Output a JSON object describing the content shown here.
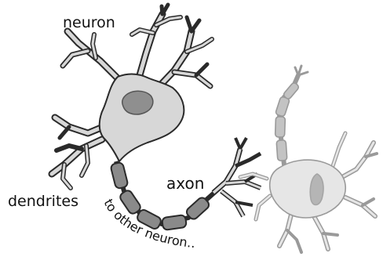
{
  "labels": {
    "neuron": "neuron",
    "dendrites": "dendrites",
    "axon": "axon",
    "to_other_neuron": "to other neuron..."
  },
  "colors": {
    "outline": "#2a2a2a",
    "body_fill": "#d7d7d7",
    "nucleus_fill": "#8f8f8f",
    "myelin_fill": "#8a8a8a",
    "faded_outline": "#9a9a9a",
    "faded_fill": "#e6e6e6",
    "faded_nucleus": "#b5b5b5",
    "faded_myelin": "#c3c3c3"
  }
}
